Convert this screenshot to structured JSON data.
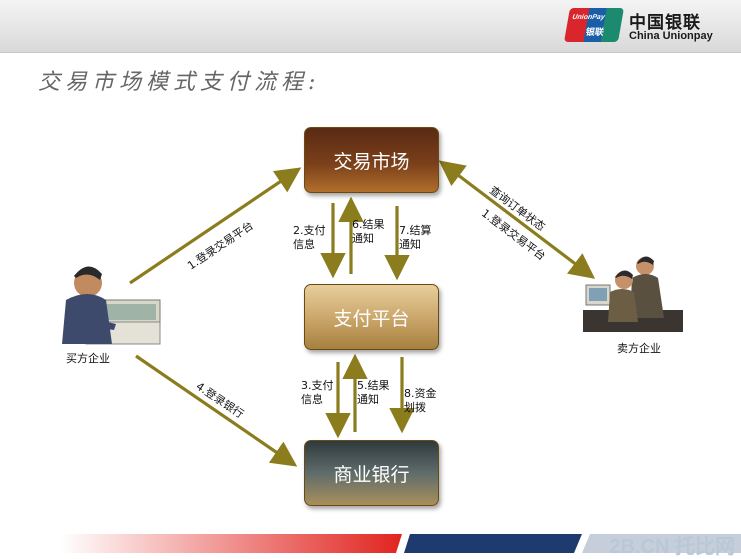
{
  "header": {
    "logo_badge_en": "UnionPay",
    "logo_badge_cn": "银联",
    "logo_cn": "中国银联",
    "logo_en": "China Unionpay"
  },
  "title": "交易市场模式支付流程:",
  "nodes": {
    "market": "交易市场",
    "payment": "支付平台",
    "bank": "商业银行"
  },
  "actors": {
    "buyer": "买方企业",
    "seller": "卖方企业"
  },
  "edges": {
    "buyer_login_market": "1.登录交易平台",
    "buyer_login_bank": "4.登录银行",
    "seller_query": "查询订单状态",
    "seller_login": "1.登录交易平台",
    "market_pay_info": "2.支付\n信息",
    "market_result": "6.结果\n通知",
    "market_settle": "7.结算\n通知",
    "bank_pay_info": "3.支付\n信息",
    "bank_result": "5.结果\n通知",
    "bank_transfer": "8.资金\n划拨"
  },
  "colors": {
    "arrow": "#8b7d1e",
    "bar_red": "#e1241f",
    "bar_navy": "#1e3a6e"
  },
  "watermark": "2B.CN 托比网"
}
